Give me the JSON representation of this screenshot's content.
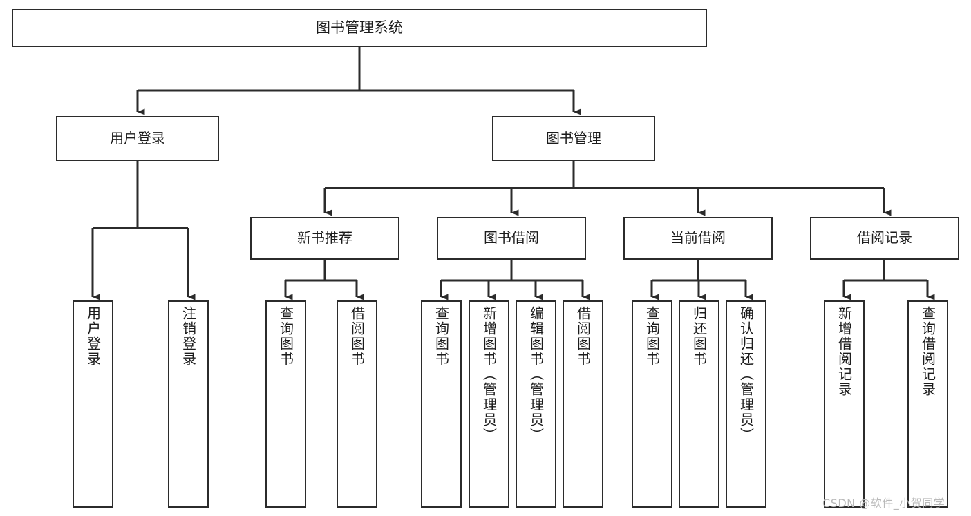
{
  "diagram": {
    "title": "图书管理系统",
    "type": "tree-hierarchy",
    "root": {
      "id": "root",
      "label": "图书管理系统"
    },
    "level2": [
      {
        "id": "user-login",
        "label": "用户登录"
      },
      {
        "id": "book-manage",
        "label": "图书管理"
      }
    ],
    "level3": [
      {
        "id": "new-book-rec",
        "label": "新书推荐",
        "parent": "book-manage"
      },
      {
        "id": "book-borrow",
        "label": "图书借阅",
        "parent": "book-manage"
      },
      {
        "id": "current-borrow",
        "label": "当前借阅",
        "parent": "book-manage"
      },
      {
        "id": "borrow-record",
        "label": "借阅记录",
        "parent": "book-manage"
      }
    ],
    "leaves": [
      {
        "id": "leaf-user-login",
        "label": "用户登录",
        "parent": "user-login"
      },
      {
        "id": "leaf-user-logout",
        "label": "注销登录",
        "parent": "user-login"
      },
      {
        "id": "leaf-rec-query",
        "label": "查询图书",
        "parent": "new-book-rec"
      },
      {
        "id": "leaf-rec-borrow",
        "label": "借阅图书",
        "parent": "new-book-rec"
      },
      {
        "id": "leaf-borrow-query",
        "label": "查询图书",
        "parent": "book-borrow"
      },
      {
        "id": "leaf-borrow-add",
        "label": "新增图书（管理员）",
        "parent": "book-borrow"
      },
      {
        "id": "leaf-borrow-edit",
        "label": "编辑图书（管理员）",
        "parent": "book-borrow"
      },
      {
        "id": "leaf-borrow-do",
        "label": "借阅图书",
        "parent": "book-borrow"
      },
      {
        "id": "leaf-cur-query",
        "label": "查询图书",
        "parent": "current-borrow"
      },
      {
        "id": "leaf-cur-return",
        "label": "归还图书",
        "parent": "current-borrow"
      },
      {
        "id": "leaf-cur-confirm",
        "label": "确认归还（管理员）",
        "parent": "current-borrow"
      },
      {
        "id": "leaf-rec-add",
        "label": "新增借阅记录",
        "parent": "borrow-record"
      },
      {
        "id": "leaf-rec-query-record",
        "label": "查询借阅记录",
        "parent": "borrow-record"
      }
    ]
  },
  "watermark": {
    "text": "CSDN @软件_小贺同学"
  },
  "colors": {
    "stroke": "#2b2b2b",
    "background": "#ffffff",
    "text": "#1c1c1c",
    "watermark": "#b9b9b9"
  }
}
